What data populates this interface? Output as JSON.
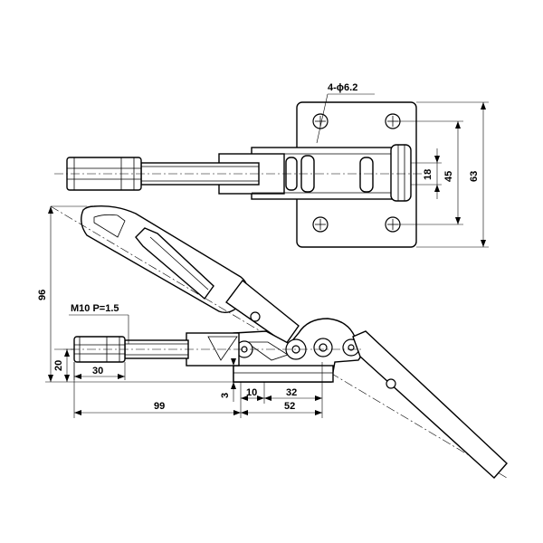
{
  "drawing": {
    "callouts": {
      "holes": "4-ϕ6.2",
      "thread": "M10 P=1.5"
    },
    "dimensions": {
      "height_total": "96",
      "plate_height": "63",
      "hole_spacing": "45",
      "slot_height": "18",
      "base_height": "20",
      "nut_length": "30",
      "offset_small": "3",
      "base_left": "10",
      "base_right": "32",
      "length_total": "99",
      "length_base": "52"
    }
  }
}
